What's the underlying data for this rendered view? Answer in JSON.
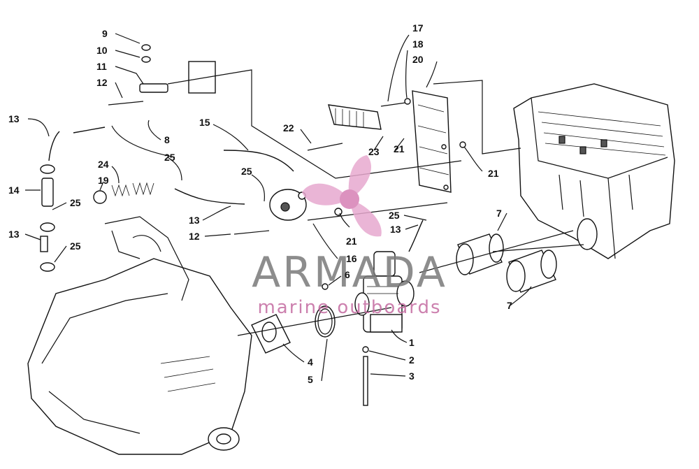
{
  "diagram": {
    "callouts": [
      {
        "id": "c9",
        "text": "9"
      },
      {
        "id": "c10",
        "text": "10"
      },
      {
        "id": "c11",
        "text": "11"
      },
      {
        "id": "c12a",
        "text": "12"
      },
      {
        "id": "c13a",
        "text": "13"
      },
      {
        "id": "c8",
        "text": "8"
      },
      {
        "id": "c14",
        "text": "14"
      },
      {
        "id": "c25a",
        "text": "25"
      },
      {
        "id": "c13b",
        "text": "13"
      },
      {
        "id": "c25b",
        "text": "25"
      },
      {
        "id": "c15",
        "text": "15"
      },
      {
        "id": "c25c",
        "text": "25"
      },
      {
        "id": "c24",
        "text": "24"
      },
      {
        "id": "c19",
        "text": "19"
      },
      {
        "id": "c25d",
        "text": "25"
      },
      {
        "id": "c13c",
        "text": "13"
      },
      {
        "id": "c12b",
        "text": "12"
      },
      {
        "id": "c22",
        "text": "22"
      },
      {
        "id": "c23",
        "text": "23"
      },
      {
        "id": "c21a",
        "text": "21"
      },
      {
        "id": "c17",
        "text": "17"
      },
      {
        "id": "c18",
        "text": "18"
      },
      {
        "id": "c20",
        "text": "20"
      },
      {
        "id": "c21b",
        "text": "21"
      },
      {
        "id": "c25e",
        "text": "25"
      },
      {
        "id": "c13d",
        "text": "13"
      },
      {
        "id": "c21c",
        "text": "21"
      },
      {
        "id": "c16",
        "text": "16"
      },
      {
        "id": "c6",
        "text": "6"
      },
      {
        "id": "c7a",
        "text": "7"
      },
      {
        "id": "c7b",
        "text": "7"
      },
      {
        "id": "c1",
        "text": "1"
      },
      {
        "id": "c2",
        "text": "2"
      },
      {
        "id": "c3",
        "text": "3"
      },
      {
        "id": "c4",
        "text": "4"
      },
      {
        "id": "c5",
        "text": "5"
      }
    ]
  },
  "watermark": {
    "brand": "ARMADA",
    "tagline": "marine outboards",
    "logo_color": "#e7a9cf",
    "text_color": "#7a7a7a",
    "tagline_color": "#c46aa0"
  }
}
